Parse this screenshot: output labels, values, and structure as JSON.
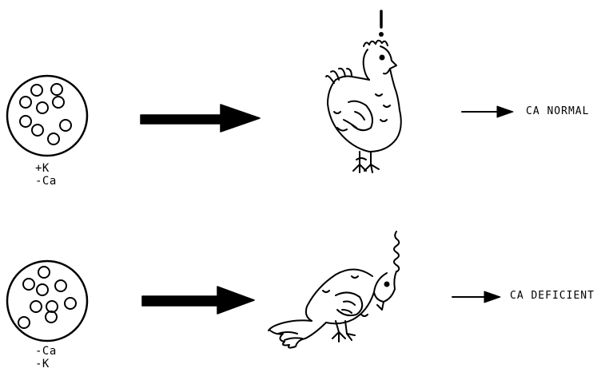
{
  "rows": [
    {
      "dish_labels": [
        "+K",
        "-Ca"
      ],
      "result": "Ca normal",
      "result_display": "CA NORMAL",
      "hen_state": "standing",
      "exclaim": "!"
    },
    {
      "dish_labels": [
        "-Ca",
        "-K"
      ],
      "result": "Ca deficient",
      "result_display": "CA DEFICIENT",
      "hen_state": "collapsed"
    }
  ],
  "colors": {
    "ink": "#000000",
    "background": "#ffffff"
  }
}
